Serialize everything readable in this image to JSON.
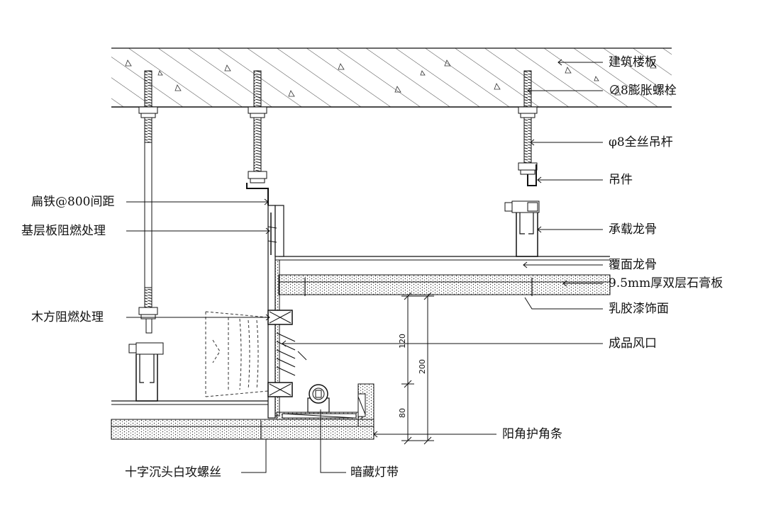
{
  "labels": {
    "floor_slab": "建筑楼板",
    "expansion_bolt": "∅8膨胀螺栓",
    "threaded_rod": "φ8全丝吊杆",
    "hanger": "吊件",
    "main_keel": "承载龙骨",
    "cover_keel": "覆面龙骨",
    "gypsum_board": "9.5mm厚双层石膏板",
    "latex_paint": "乳胶漆饰面",
    "air_vent": "成品风口",
    "corner_bead": "阳角护角条",
    "flat_iron": "扁铁@800间距",
    "base_board_fire": "基层板阻燃处理",
    "wood_fire": "木方阻燃处理",
    "screw": "十字沉头白攻螺丝",
    "led_strip": "暗藏灯带"
  },
  "dimensions": {
    "d120": "120",
    "d200": "200",
    "d80": "80"
  },
  "colors": {
    "line": "#111111",
    "hatch": "#444444"
  }
}
